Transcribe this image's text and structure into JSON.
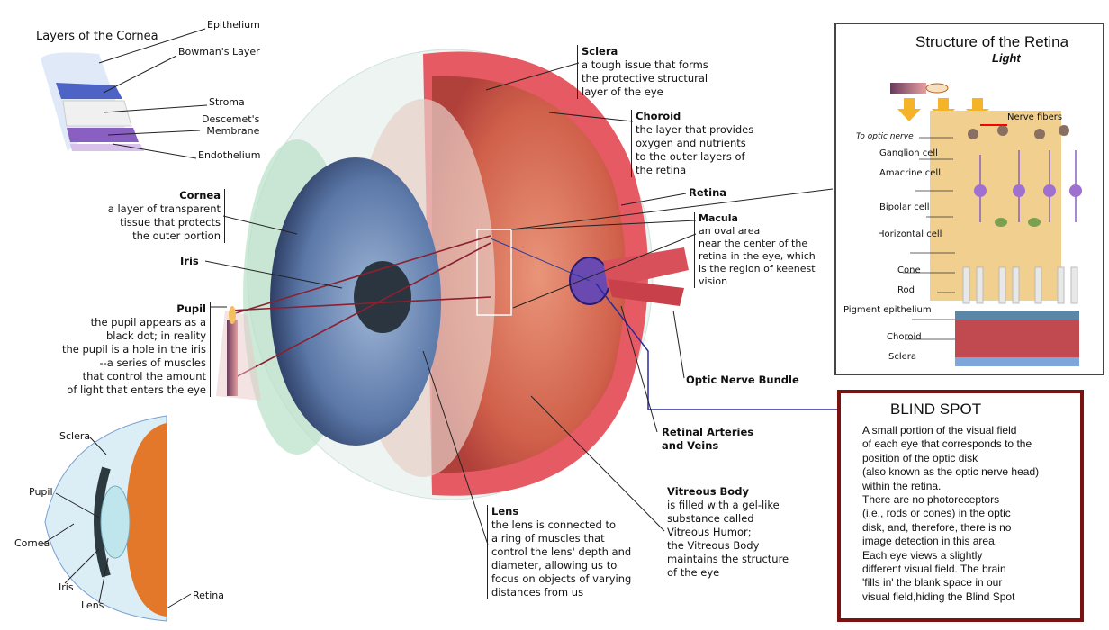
{
  "cornea_layers": {
    "title": "Layers of the Cornea",
    "labels": [
      "Epithelium",
      "Bowman's Layer",
      "Stroma",
      "Descemet's\nMembrane",
      "Endothelium"
    ]
  },
  "main": {
    "sclera": {
      "title": "Sclera",
      "text": "a tough issue that forms\nthe protective structural\nlayer of the eye"
    },
    "choroid": {
      "title": "Choroid",
      "text": "the layer that provides\noxygen and nutrients\nto the outer layers of\nthe retina"
    },
    "retina": {
      "title": "Retina"
    },
    "macula": {
      "title": "Macula",
      "text": "an oval area\nnear the center of the\nretina in the eye, which\nis the region of keenest\nvision"
    },
    "optic_nerve": {
      "title": "Optic Nerve Bundle"
    },
    "arteries": {
      "title": "Retinal Arteries\nand Veins"
    },
    "vitreous": {
      "title": "Vitreous Body",
      "text": "is filled with a gel-like\nsubstance called\nVitreous Humor;\nthe Vitreous Body\nmaintains the structure\nof the eye"
    },
    "lens": {
      "title": "Lens",
      "text": "the lens is connected to\na ring of muscles that\ncontrol the lens' depth and\ndiameter, allowing us to\nfocus on objects of varying\ndistances from us"
    },
    "cornea": {
      "title": "Cornea",
      "text": "a layer of transparent\ntissue that protects\nthe outer portion"
    },
    "iris": {
      "title": "Iris"
    },
    "pupil": {
      "title": "Pupil",
      "text": "the pupil appears as a\nblack dot; in reality\nthe pupil is a hole in the iris\n--a series of muscles\nthat control the amount\nof light that enters the eye"
    }
  },
  "retina_structure": {
    "title": "Structure of the Retina",
    "subtitle": "Light",
    "nerve_fibers": "Nerve fibers",
    "to_optic_nerve": "To optic nerve",
    "labels": [
      "Ganglion cell",
      "Amacrine cell",
      "Bipolar cell",
      "Horizontal cell",
      "Cone",
      "Rod",
      "Pigment epithelium",
      "Choroid",
      "Sclera"
    ]
  },
  "blind_spot": {
    "title": "BLIND SPOT",
    "text": "A small portion of the visual field\nof each eye that corresponds to the\nposition of the optic disk\n(also known as the optic nerve head)\nwithin the retina.\nThere are no photoreceptors\n(i.e., rods or cones) in the optic\ndisk, and, therefore, there is no\nimage detection in this area.\nEach eye views a slightly\ndifferent visual field. The brain\n'fills in' the blank space  in our\nvisual field,hiding the Blind Spot",
    "border_color": "#7a1212"
  },
  "cross_section": {
    "labels": [
      "Sclera",
      "Pupil",
      "Cornea",
      "Iris",
      "Lens",
      "Retina"
    ]
  }
}
